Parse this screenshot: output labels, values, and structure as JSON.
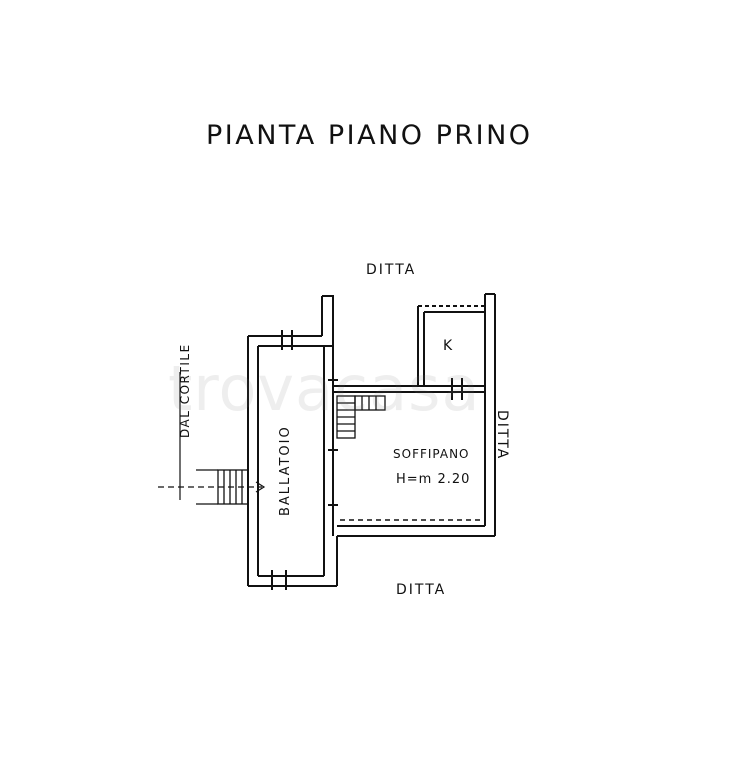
{
  "title": "PIANTA PIANO PRINO",
  "labels": {
    "ditta_top": "DITTA",
    "ditta_right": "DITTA",
    "ditta_bottom": "DITTA",
    "dal_cortile": "DAL CORTILE",
    "ballatoio": "BALLATOIO",
    "room_k": "K",
    "soffitto": "SOFFIPANO",
    "altezza": "H=m 2.20"
  },
  "watermark": "trovacasa",
  "colors": {
    "line": "#111111",
    "background": "#ffffff"
  }
}
